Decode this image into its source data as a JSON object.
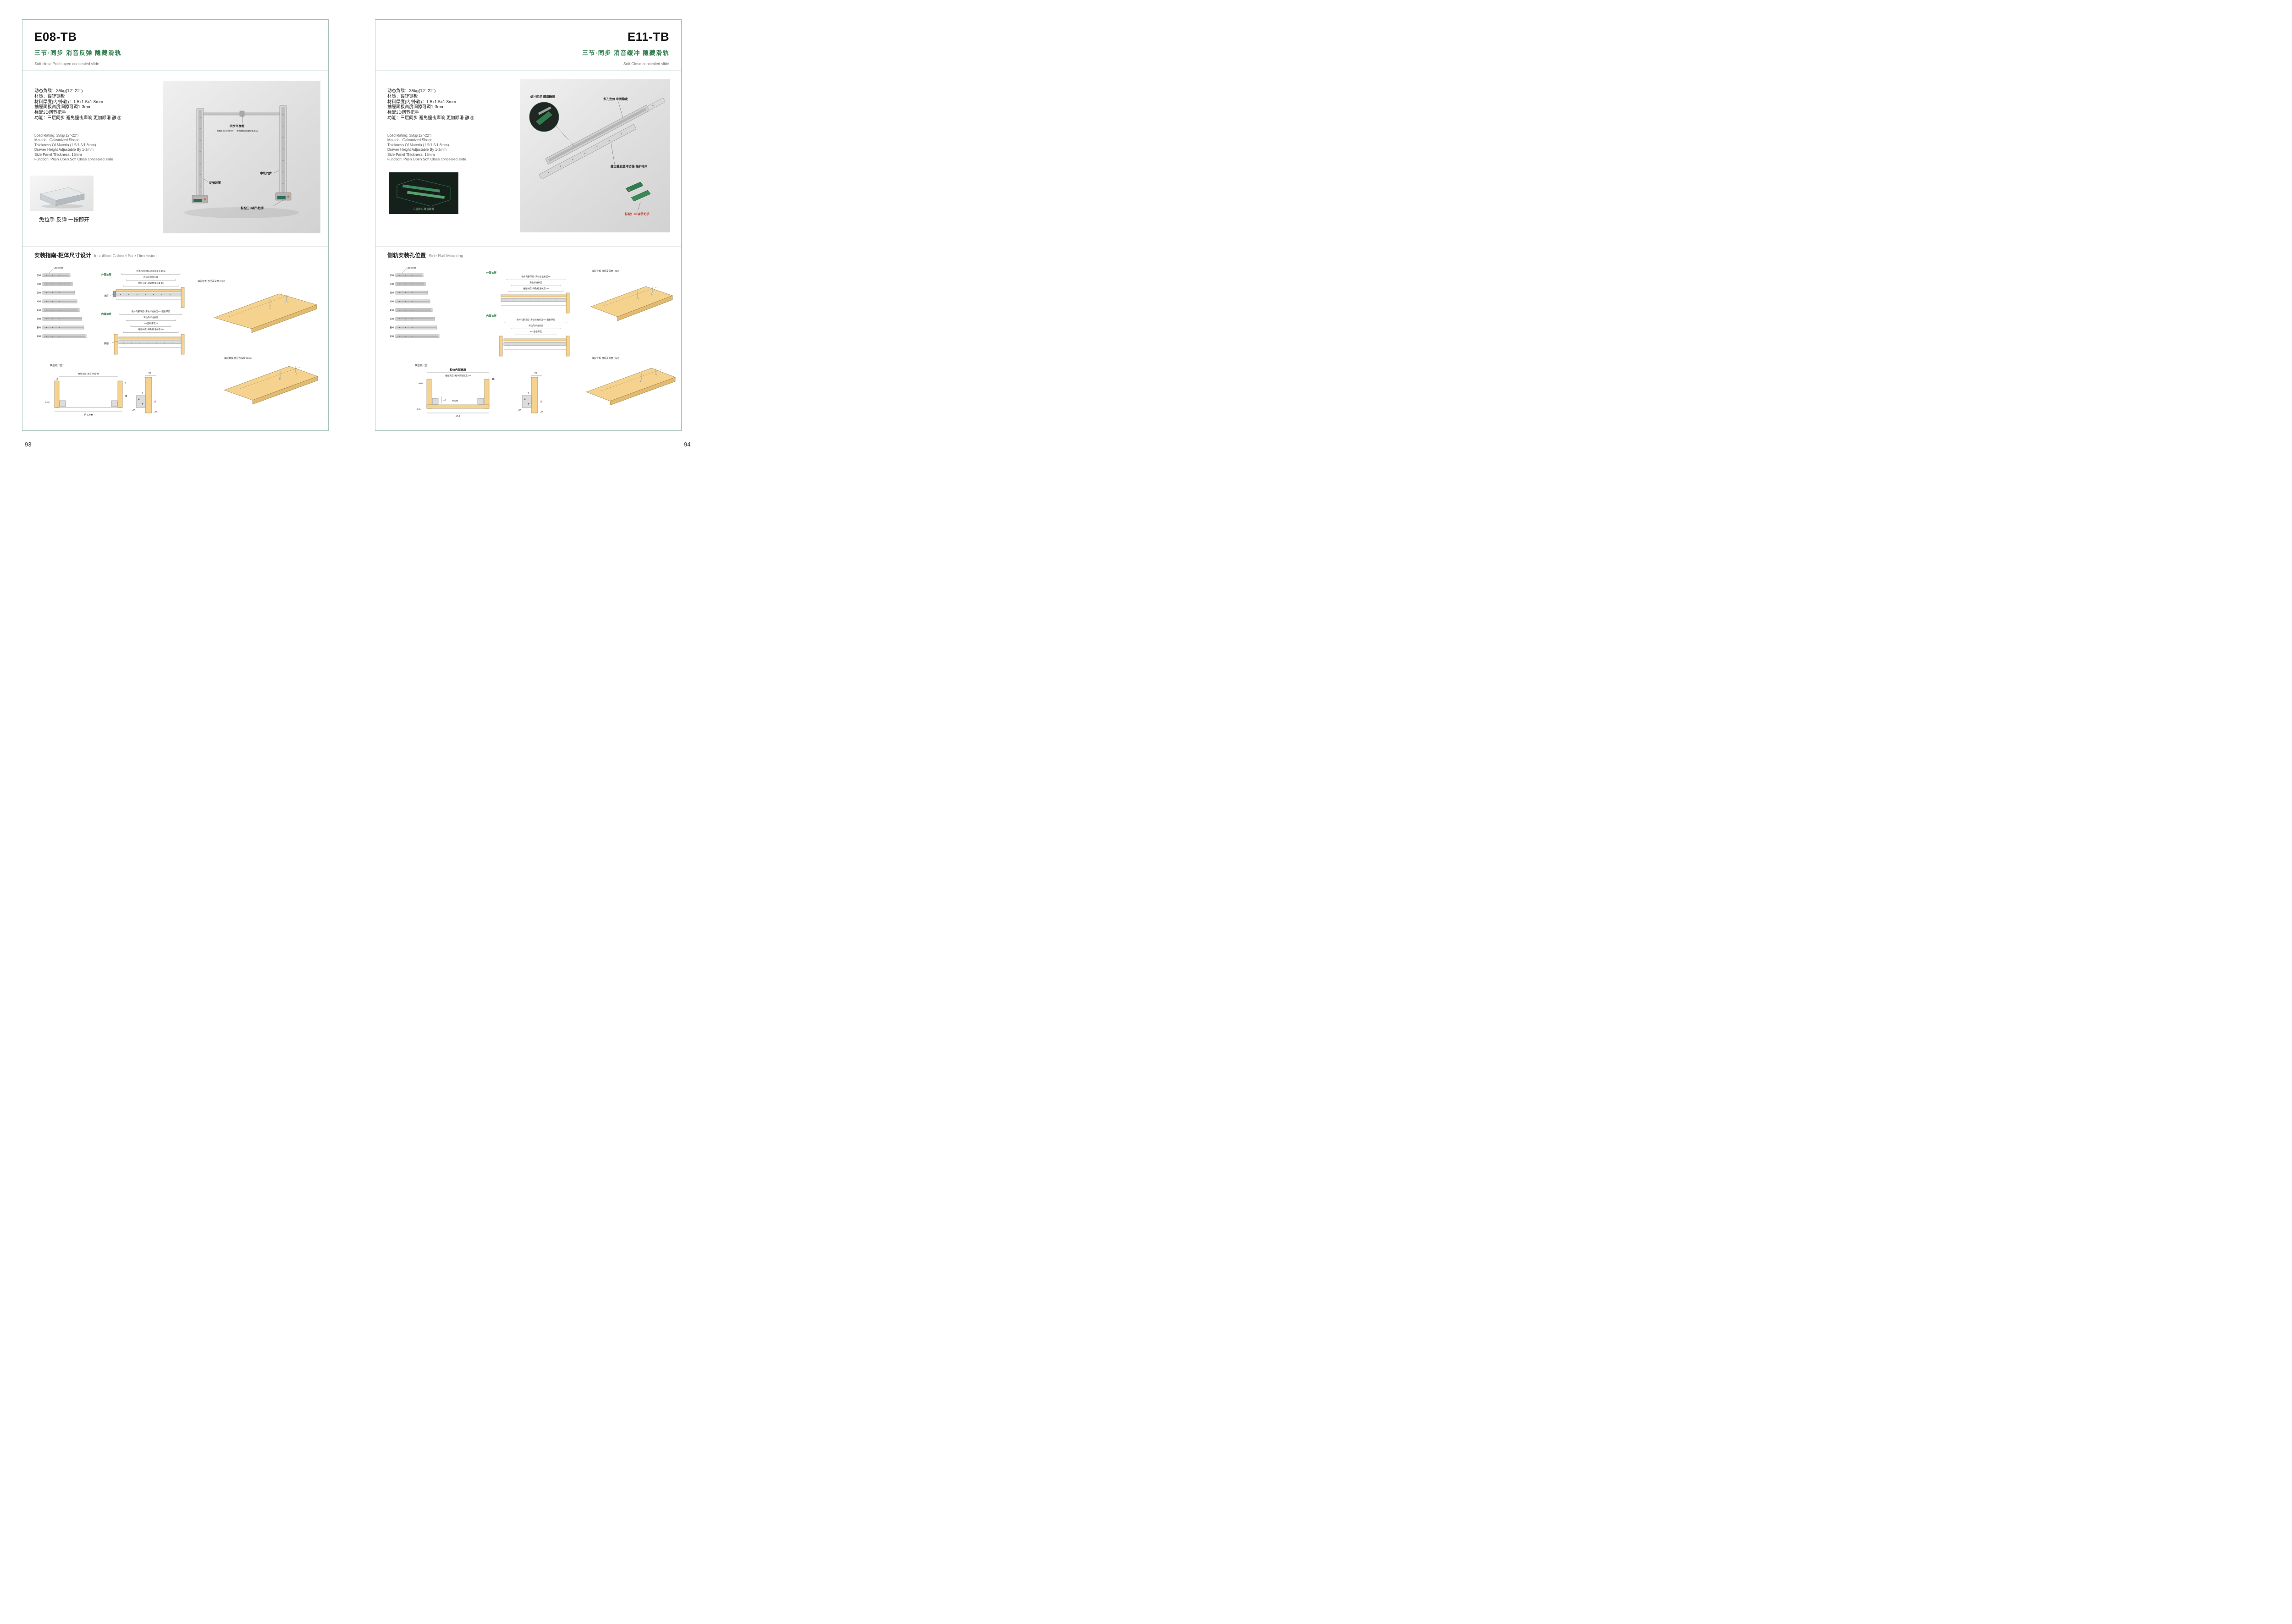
{
  "colors": {
    "accent_green": "#2f7d4d",
    "accent_red": "#c0392b",
    "panel_border": "#a3bfb0",
    "wood_fill": "#f5d38e"
  },
  "left_page": {
    "page_number": "93",
    "model": "E08-TB",
    "subtitle_cn": "三节·同步 消音反弹 隐藏滑轨",
    "subtitle_en": "Soft close Push open concealed slide",
    "specs_cn": [
      "动态负载：35kg(12\"-22\")",
      "材质：镀锌钢板",
      "材料厚度(内/外轨)：1.5x1.5x1.8mm",
      "抽屉面板高度间隙可调1-3mm",
      "标配3D调节把手",
      "功能：三层同步 避免撞击声响 更加顺滑 静谧"
    ],
    "specs_en": [
      "Load Rating: 35kg(12\"-22\")",
      "Material: Galvanized Sheed",
      "Thickness Of Materia (1.5/1.5/1.8mm)",
      "Drawer Height Adjustable By 1-3mm",
      "Side Panel Thickness: 16mm",
      "Function: Push Open Soft Close concealed slide"
    ],
    "thumb_caption": "免拉手 反弹 一按即开",
    "hero": {
      "sync_bar": "同步平衡杆",
      "sync_bar_note": "标配1.2米同步铝杆，依据抽屉宽度任意裁切",
      "mid_rail": "中轨同步",
      "rebound": "反弹装置",
      "handle": "标配三D调节把手"
    },
    "install": {
      "title_cn": "安装指南-柜体尺寸设计",
      "title_en": "Installtion Cabinet Size Dimension",
      "logo_label": "LOGO位置",
      "rail_lengths": [
        "250",
        "300",
        "350",
        "400",
        "450",
        "500",
        "550",
        "600"
      ],
      "outer_drawer": "外置抽屉",
      "inner_drawer": "内置抽屉",
      "hook_label": "接屉",
      "outer_labels": [
        "柜体内部深度=滑轨标准长度+8",
        "滑轨的标准长度",
        "抽屉长度=滑轨标准长度-10"
      ],
      "inner_labels": [
        "柜体内部深度=滑轨标准长度+8+面板厚度",
        "滑轨的标准长度",
        "37+面板厚度+2",
        "抽屉长度=滑轨标准长度-10"
      ],
      "back_panel_label": "抽屉背板·直径及深度 (mm)",
      "reduce_label": "抽屉减尺图：",
      "cross_section": {
        "net_width": "抽屉净宽=柜子净宽-49",
        "cabinet_width": "柜子净宽",
        "dim_top": "18",
        "dim_right_top": "6",
        "dim_right": "38",
        "dim_left": "9-10"
      },
      "bracket": {
        "dim_top": "25",
        "dim_mid": "7",
        "dim_left": "27",
        "dim_right": "12",
        "dim_bottom": "37"
      }
    }
  },
  "right_page": {
    "page_number": "94",
    "model": "E11-TB",
    "subtitle_cn": "三节·同步 消音缓冲 隐藏滑轨",
    "subtitle_en": "Soft Close concealed slide",
    "specs_cn": [
      "动态负载：35kg(12\"-22\")",
      "材质：镀锌钢板",
      "材料厚度(内/外轨)：1.5x1.5x1.8mm",
      "抽屉面板高度间隙可调1-3mm",
      "标配3D调节把手",
      "功能：三层同步 避免撞击声响 更加顺滑 静谧"
    ],
    "specs_en": [
      "Load Rating: 35kg(12\"-22\")",
      "Material: Galvanized Sheed",
      "Thickness Of Materia (1.5/1.5/1.8mm)",
      "Drawer Height Adjustable By 1-3mm",
      "Side Panel Thickness: 16mm",
      "Function: Push Open Soft Close concealed slide"
    ],
    "thumb_caption": "三层同步·静音顺滑",
    "hero": {
      "multi_hole": "多孔定位 牢固稳定",
      "damper": "缓冲阻尼 顺滑静音",
      "impact": "撞击触发缓冲功能·保护柜体",
      "handle": "标配：3D调节把手"
    },
    "install": {
      "title_cn": "侧轨安装孔位置",
      "title_en": "Side Rail Mounting",
      "logo_label": "LOGO位置",
      "rail_lengths": [
        "250",
        "300",
        "350",
        "400",
        "450",
        "500",
        "550",
        "600"
      ],
      "outer_drawer": "外置抽屉",
      "inner_drawer": "内置抽屉",
      "outer_labels": [
        "柜体内部深度=滑轨标准长度+8",
        "滑轨标准长度",
        "抽屉长度=滑轨标准长度-10"
      ],
      "inner_labels": [
        "柜体内部深度=滑轨标准长度+8+面板厚度",
        "滑轨的标准长度",
        "37+面板厚度"
      ],
      "back_panel_label": "抽屉背板·直径及深度 (mm)",
      "reduce_label": "抽屉减尺图",
      "cross_section": {
        "title": "柜体内部宽度",
        "net_width": "抽屉宽度=柜体内部宽度-49",
        "dim_18": "18",
        "dim_min7": "Min7",
        "dim_12": "12",
        "dim_min37": "Min37",
        "dim_9_11": "9-11",
        "dim_24_5": "24.5"
      },
      "bracket": {
        "dim_top": "25",
        "dim_mid": "7",
        "dim_left": "27",
        "dim_right": "12",
        "dim_bottom": "37"
      }
    }
  }
}
